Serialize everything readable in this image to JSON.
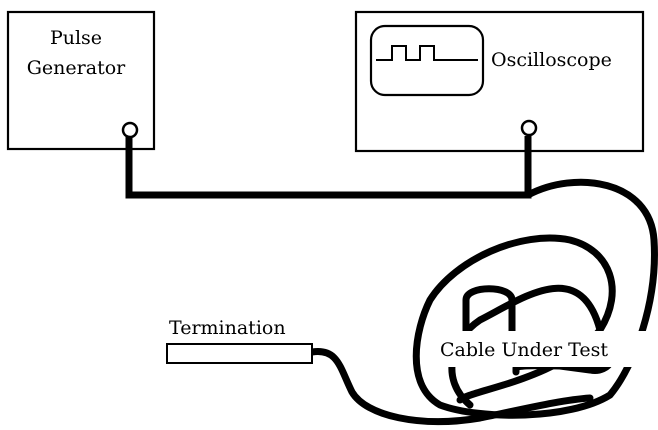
{
  "labels": {
    "pulse_generator_line1": "Pulse",
    "pulse_generator_line2": "Generator",
    "oscilloscope": "Oscilloscope",
    "termination": "Termination",
    "cable_under_test": "Cable Under Test"
  },
  "colors": {
    "ink": "#000000",
    "background": "#ffffff"
  }
}
